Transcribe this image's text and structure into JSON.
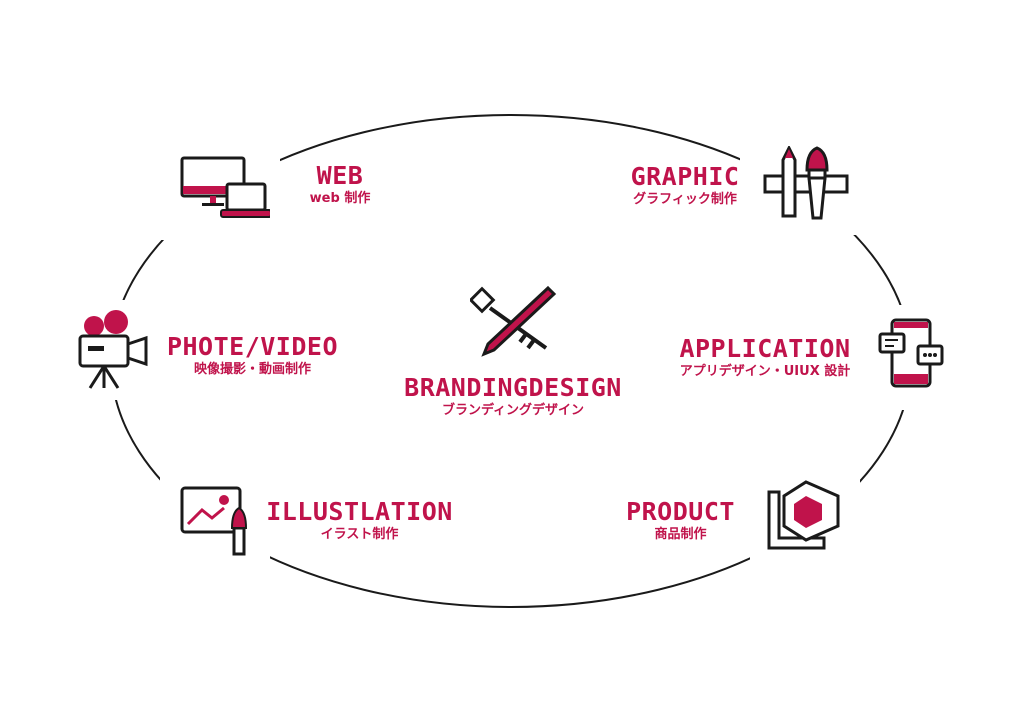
{
  "accent_color": "#C0134B",
  "line_color": "#1a1a1a",
  "center": {
    "title": "BRANDINGDESIGN",
    "subtitle": "ブランディングデザイン",
    "icon": "key-pencil-icon"
  },
  "items": [
    {
      "title": "WEB",
      "subtitle": "web 制作",
      "icon": "monitor-laptop-icon"
    },
    {
      "title": "GRAPHIC",
      "subtitle": "グラフィック制作",
      "icon": "pencil-brush-ruler-icon"
    },
    {
      "title": "PHOTE/VIDEO",
      "subtitle": "映像撮影・動画制作",
      "icon": "video-camera-icon"
    },
    {
      "title": "APPLICATION",
      "subtitle": "アプリデザイン・UIUX 設計",
      "icon": "smartphone-chat-icon"
    },
    {
      "title": "ILLUSTLATION",
      "subtitle": "イラスト制作",
      "icon": "image-brush-icon"
    },
    {
      "title": "PRODUCT",
      "subtitle": "商品制作",
      "icon": "cube-ruler-icon"
    }
  ]
}
